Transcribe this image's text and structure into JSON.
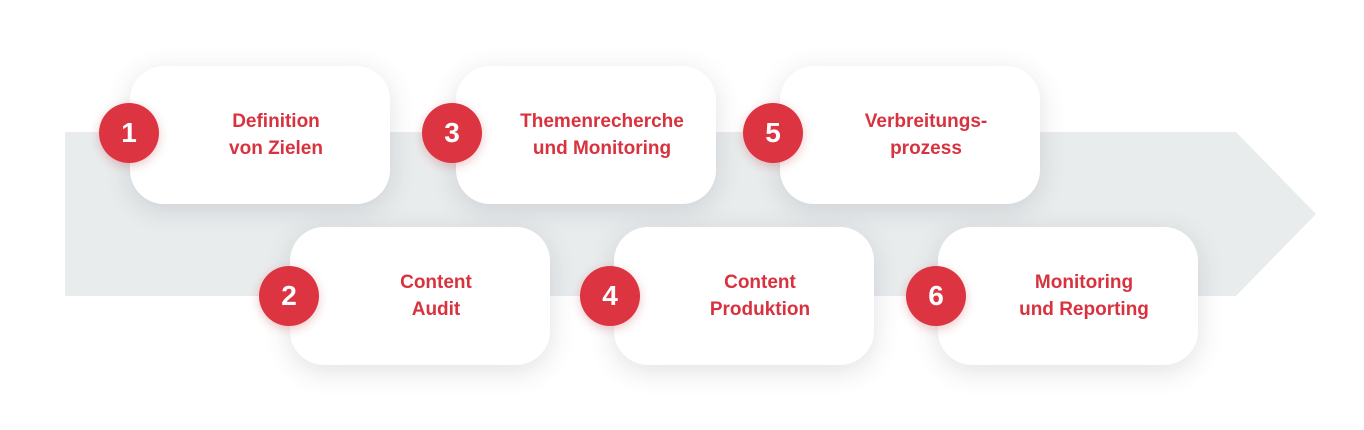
{
  "colors": {
    "accent": "#dc3441",
    "label_text": "#d8323f",
    "arrow_fill": "#e9eced",
    "card_fill": "#ffffff"
  },
  "steps": [
    {
      "number": "1",
      "label": "Definition\nvon Zielen"
    },
    {
      "number": "2",
      "label": "Content\nAudit"
    },
    {
      "number": "3",
      "label": "Themenrecherche\nund Monitoring"
    },
    {
      "number": "4",
      "label": "Content\nProduktion"
    },
    {
      "number": "5",
      "label": "Verbreitungs-\nprozess"
    },
    {
      "number": "6",
      "label": "Monitoring\nund Reporting"
    }
  ]
}
